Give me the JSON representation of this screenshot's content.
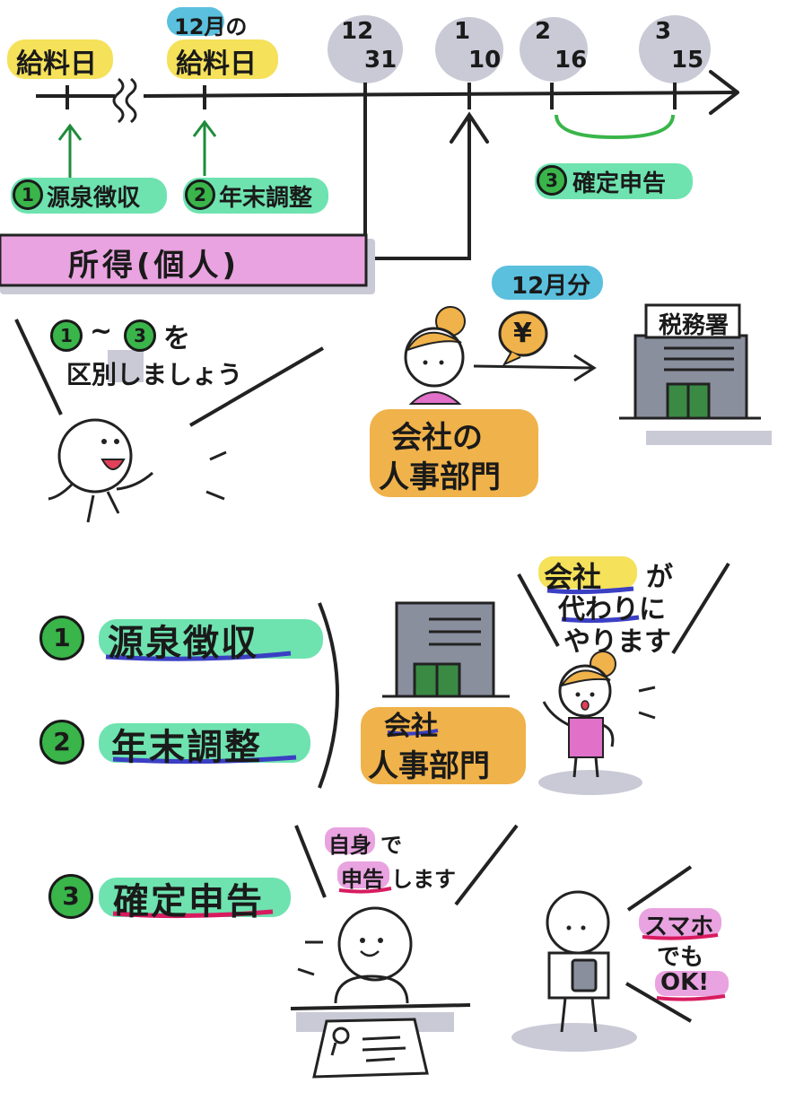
{
  "timeline": {
    "payday": "給料日",
    "dec_note": "12月の",
    "dec_payday": "給料日",
    "dates": [
      {
        "top": "12",
        "bottom": "31"
      },
      {
        "top": "1",
        "bottom": "10"
      },
      {
        "top": "2",
        "bottom": "16"
      },
      {
        "top": "3",
        "bottom": "15"
      }
    ]
  },
  "steps": {
    "n1": "1",
    "withholding": "源泉徴収",
    "n2": "2",
    "year_end": "年末調整",
    "n3": "3",
    "tax_return": "確定申告"
  },
  "income_bar": "所得(個人)",
  "distinguish": {
    "n_from": "1",
    "tilde": "~",
    "n_to": "3",
    "wo": "を",
    "line2": "区別しましょう"
  },
  "company_hr": "会社の",
  "company_hr2": "人事部門",
  "december_label": "12月分",
  "yen_symbol": "¥",
  "tax_office": "税務署",
  "section2": {
    "n1": "1",
    "withholding": "源泉徴収",
    "n2": "2",
    "year_end": "年末調整",
    "company": "会社",
    "hr": "人事部門",
    "speech_company": "会社",
    "speech_ga": "が",
    "speech_line2": "代わりに",
    "speech_line3": "やります"
  },
  "section3": {
    "n3": "3",
    "tax_return": "確定申告",
    "self_line1a": "自身",
    "self_line1b": "で",
    "self_line2a": "申告",
    "self_line2b": "します",
    "phone_line1": "スマホ",
    "phone_line2": "でも",
    "phone_line3": "OK!"
  },
  "colors": {
    "yellow": "#f5e15a",
    "green": "#39b54a",
    "mint": "#6ee3b0",
    "pink": "#e9a3e0",
    "magenta": "#e070c8",
    "orange": "#f0b24a",
    "grey": "#c9cad6",
    "blue": "#3b3fc4",
    "red_underline": "#d81b60",
    "building": "#8a8f9e"
  }
}
